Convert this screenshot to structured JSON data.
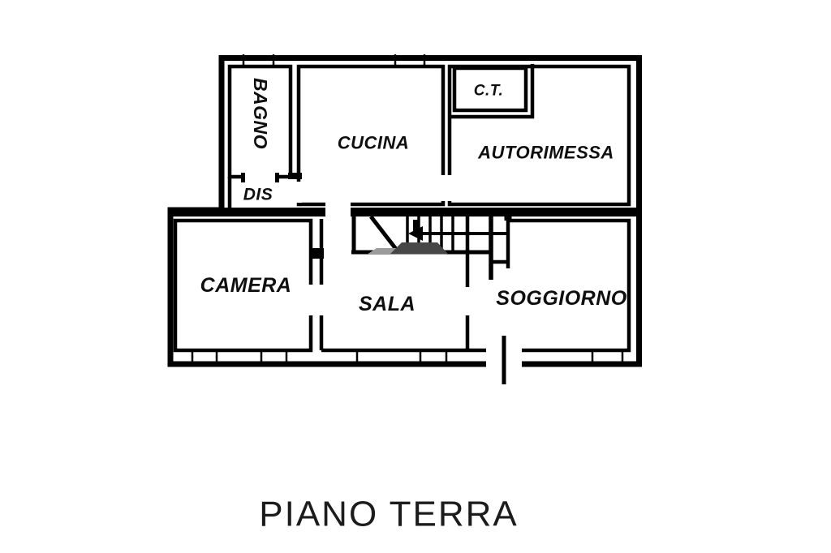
{
  "title": "PIANO TERRA",
  "floor_plan": {
    "rooms": {
      "bagno": {
        "label": "BAGNO"
      },
      "cucina": {
        "label": "CUCINA"
      },
      "ct": {
        "label": "C.T."
      },
      "autorimessa": {
        "label": "AUTORIMESSA"
      },
      "dis": {
        "label": "DIS"
      },
      "camera": {
        "label": "CAMERA"
      },
      "sala": {
        "label": "SALA"
      },
      "soggiorno": {
        "label": "SOGGIORNO"
      }
    },
    "stairs": {
      "arrow_icon": "left-arrow"
    },
    "colors": {
      "wall": "#000000",
      "background": "#ffffff",
      "stair_shade_dark": "#474747",
      "stair_shade_light": "#9b9b9b"
    }
  }
}
